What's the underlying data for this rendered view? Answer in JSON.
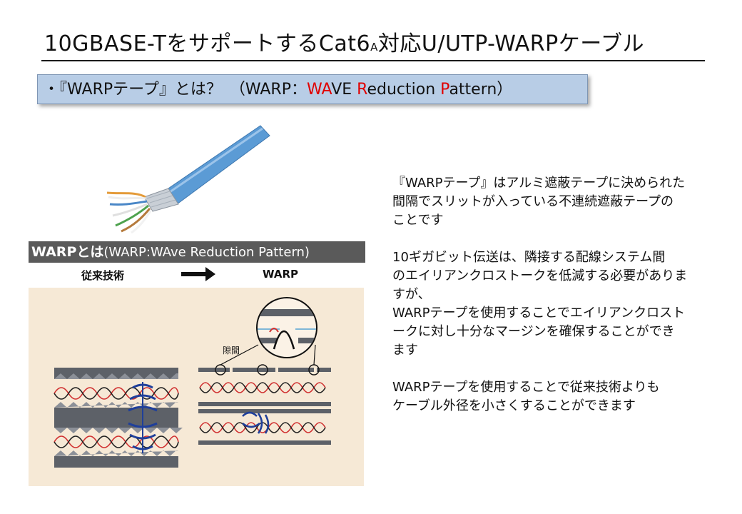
{
  "title": {
    "main": "10GBASE-TをサポートするCat6",
    "sub": "A",
    "rest": "対応U/UTP-WARPケーブル"
  },
  "bullet": {
    "prefix": "・『WARPテープ』とは？　（WARP：",
    "w1": "WA",
    "w1rest": "VE ",
    "w2": "R",
    "w2rest": "eduction ",
    "w3": "P",
    "w3rest": "attern）"
  },
  "diagram": {
    "banner_strong": "WARPとは",
    "banner_rest": "(WARP:WAve Reduction Pattern)",
    "conventional_label": "従来技術",
    "warp_label": "WARP",
    "gap_label": "隙間"
  },
  "description": {
    "p1": [
      "『WARPテープ』はアルミ遮蔽テープに決められた",
      "間隔でスリットが入っている不連続遮蔽テープの",
      "ことです"
    ],
    "p2": [
      "10ギガビット伝送は、隣接する配線システム間",
      "のエイリアンクロストークを低減する必要がありま",
      "すが、",
      "WARPテープを使用することでエイリアンクロスト",
      "ークに対し十分なマージンを確保することができ",
      "ます"
    ],
    "p3": [
      "WARPテープを使用することで従来技術よりも",
      "ケーブル外径を小さくすることができます"
    ]
  },
  "colors": {
    "box_bg": "#b8cde6",
    "accent_red": "#e00000",
    "cable_blue": "#5b9bd5",
    "wave_blue": "#1f3f9a"
  }
}
